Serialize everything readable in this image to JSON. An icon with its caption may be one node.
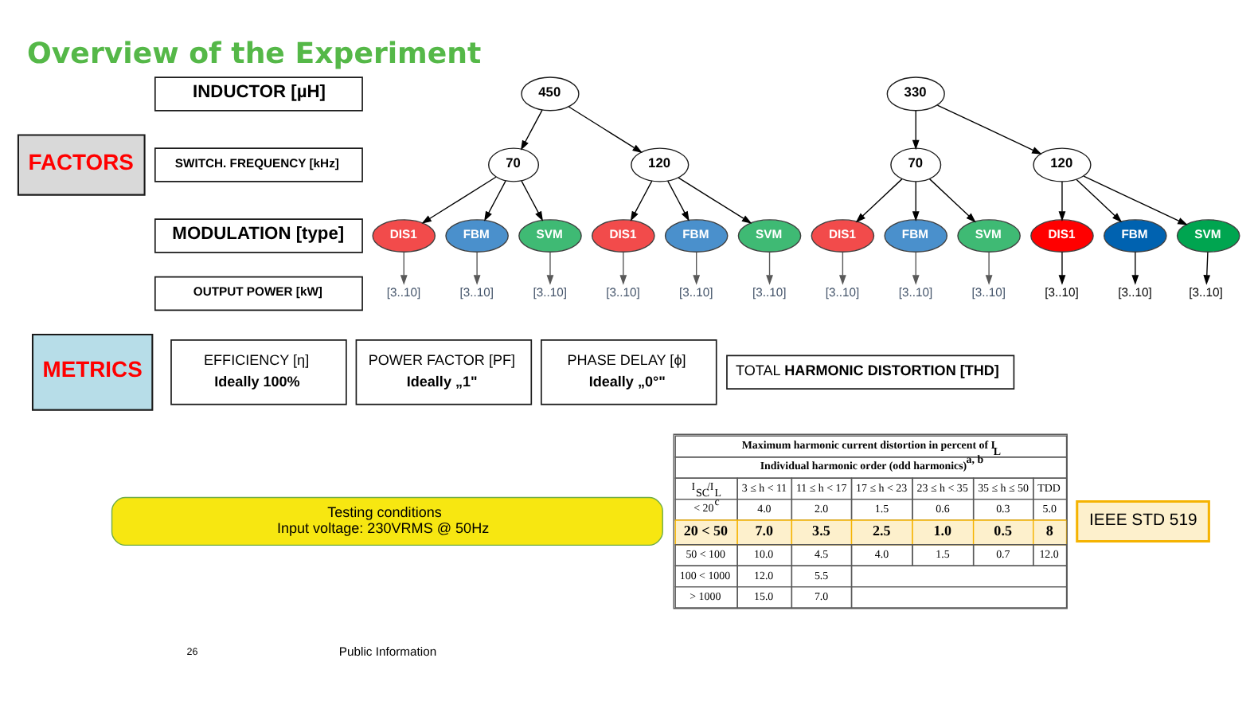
{
  "diagram": {
    "title": "Overview of the Experiment",
    "nodes": [
      {
        "text": [
          "FACTORS"
        ]
      },
      {
        "text": [
          "INDUCTOR [µH]"
        ]
      },
      {
        "text": [
          "450"
        ]
      },
      {
        "text": [
          "330"
        ]
      },
      {
        "text": [
          "SWITCH. FREQUENCY [kHz]"
        ]
      },
      {
        "text": [
          "70"
        ]
      },
      {
        "text": [
          "120"
        ]
      },
      {
        "text": [
          "70"
        ]
      },
      {
        "text": [
          "120"
        ]
      },
      {
        "text": [
          "MODULATION [type]"
        ]
      },
      {
        "text": [
          "DIS1"
        ]
      },
      {
        "text": [
          "FBM"
        ]
      },
      {
        "text": [
          "SVM"
        ]
      },
      {
        "text": [
          "DIS1"
        ]
      },
      {
        "text": [
          "FBM"
        ]
      },
      {
        "text": [
          "SVM"
        ]
      },
      {
        "text": [
          "DIS1"
        ]
      },
      {
        "text": [
          "FBM"
        ]
      },
      {
        "text": [
          "SVM"
        ]
      },
      {
        "text": [
          "DIS1"
        ]
      },
      {
        "text": [
          "FBM"
        ]
      },
      {
        "text": [
          "SVM"
        ]
      },
      {
        "text": [
          "OUTPUT POWER [kW]"
        ]
      },
      {
        "text": [
          "[3..10]"
        ]
      },
      {
        "text": [
          "[3..10]"
        ]
      },
      {
        "text": [
          "[3..10]"
        ]
      },
      {
        "text": [
          "[3..10]"
        ]
      },
      {
        "text": [
          "[3..10]"
        ]
      },
      {
        "text": [
          "[3..10]"
        ]
      },
      {
        "text": [
          "[3..10]"
        ]
      },
      {
        "text": [
          "[3..10]"
        ]
      },
      {
        "text": [
          "[3..10]"
        ]
      },
      {
        "text": [
          "[3..10]"
        ]
      },
      {
        "text": [
          "[3..10]"
        ]
      },
      {
        "text": [
          "[3..10]"
        ]
      },
      {
        "text": [
          "METRICS"
        ]
      },
      {
        "text": [
          "EFFICIENCY [η]",
          "Ideally 100%"
        ]
      },
      {
        "text": [
          "POWER FACTOR [PF]",
          "Ideally „1\""
        ]
      },
      {
        "text": [
          "PHASE DELAY [ϕ]",
          "Ideally „0°\""
        ]
      },
      {
        "text": [
          "TOTAL **HARMONIC DISTORTION [THD]**"
        ]
      },
      {
        "text": [
          "Testing conditions",
          "Input voltage: 230VRMS @ 50Hz"
        ]
      },
      {
        "text": [
          "IEEE STD 519"
        ]
      }
    ],
    "edges": [
      {
        "from": 2,
        "to": 5,
        "arrow": "to"
      },
      {
        "from": 2,
        "to": 6,
        "arrow": "to"
      },
      {
        "from": 3,
        "to": 7,
        "arrow": "to"
      },
      {
        "from": 3,
        "to": 8,
        "arrow": "to"
      },
      {
        "from": 5,
        "to": 10,
        "arrow": "to"
      },
      {
        "from": 5,
        "to": 11,
        "arrow": "to"
      },
      {
        "from": 5,
        "to": 12,
        "arrow": "to"
      },
      {
        "from": 6,
        "to": 13,
        "arrow": "to"
      },
      {
        "from": 6,
        "to": 14,
        "arrow": "to"
      },
      {
        "from": 6,
        "to": 15,
        "arrow": "to"
      },
      {
        "from": 7,
        "to": 16,
        "arrow": "to"
      },
      {
        "from": 7,
        "to": 17,
        "arrow": "to"
      },
      {
        "from": 7,
        "to": 18,
        "arrow": "to"
      },
      {
        "from": 8,
        "to": 19,
        "arrow": "to"
      },
      {
        "from": 8,
        "to": 20,
        "arrow": "to"
      },
      {
        "from": 8,
        "to": 21,
        "arrow": "to"
      },
      {
        "from": 10,
        "to": 23,
        "arrow": "to",
        "color": "#595959"
      },
      {
        "from": 11,
        "to": 24,
        "arrow": "to",
        "color": "#595959"
      },
      {
        "from": 12,
        "to": 25,
        "arrow": "to",
        "color": "#595959"
      },
      {
        "from": 13,
        "to": 26,
        "arrow": "to",
        "color": "#595959"
      },
      {
        "from": 14,
        "to": 27,
        "arrow": "to",
        "color": "#595959"
      },
      {
        "from": 15,
        "to": 28,
        "arrow": "to",
        "color": "#595959"
      },
      {
        "from": 16,
        "to": 29,
        "arrow": "to",
        "color": "#595959"
      },
      {
        "from": 17,
        "to": 30,
        "arrow": "to",
        "color": "#595959"
      },
      {
        "from": 18,
        "to": 31,
        "arrow": "to",
        "color": "#595959"
      },
      {
        "from": 19,
        "to": 32,
        "arrow": "to"
      },
      {
        "from": 20,
        "to": 33,
        "arrow": "to"
      },
      {
        "from": 21,
        "to": 34,
        "arrow": "to"
      }
    ],
    "labels": [
      "Maximum harmonic current distortion in percent of I$_{L}$",
      "Individual harmonic order (odd harmonics)$^{a, b}$",
      "I$_{SC}$/I$_{L}$",
      "3 ≤ h < 11",
      "11 ≤ h < 17",
      "17 ≤ h < 23",
      "23 ≤ h < 35",
      "35 ≤ h ≤ 50",
      "TDD",
      "< 20$^{c}$",
      "4.0",
      "2.0",
      "1.5",
      "0.6",
      "0.3",
      "5.0",
      "20 < 50",
      "7.0",
      "3.5",
      "2.5",
      "1.0",
      "0.5",
      "8",
      "50 < 100",
      "10.0",
      "4.5",
      "4.0",
      "1.5",
      "0.7",
      "12.0",
      "100 < 1000",
      "12.0",
      "5.5",
      "> 1000",
      "15.0",
      "7.0",
      "26",
      "Public Information"
    ]
  }
}
